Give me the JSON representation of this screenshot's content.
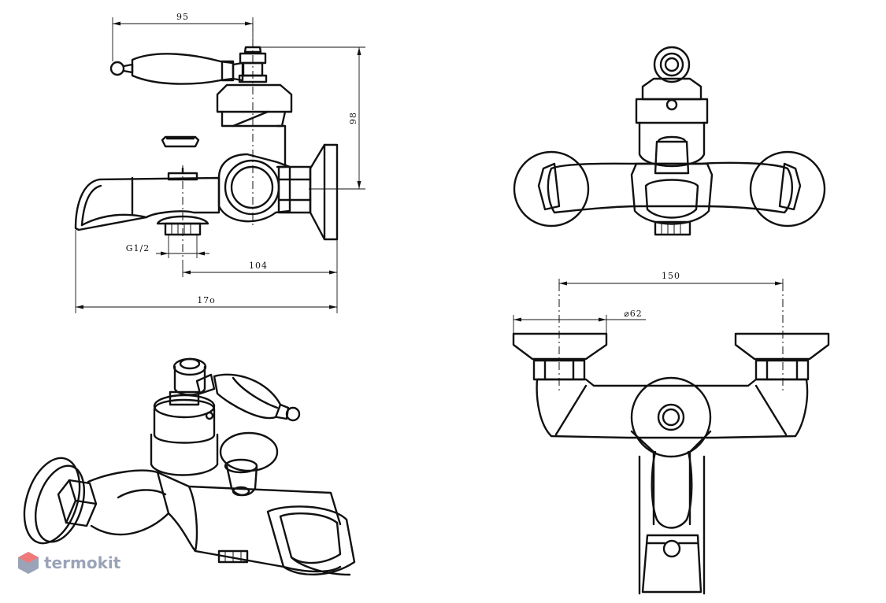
{
  "dimensions": {
    "d95": "95",
    "d98": "98",
    "g12": "G1/2",
    "d104": "104",
    "d170": "17o",
    "d150": "150",
    "d62": "⌀62"
  },
  "brand": {
    "name": "termokit",
    "colors": [
      "#f07a7a",
      "#9aa3b8"
    ]
  }
}
